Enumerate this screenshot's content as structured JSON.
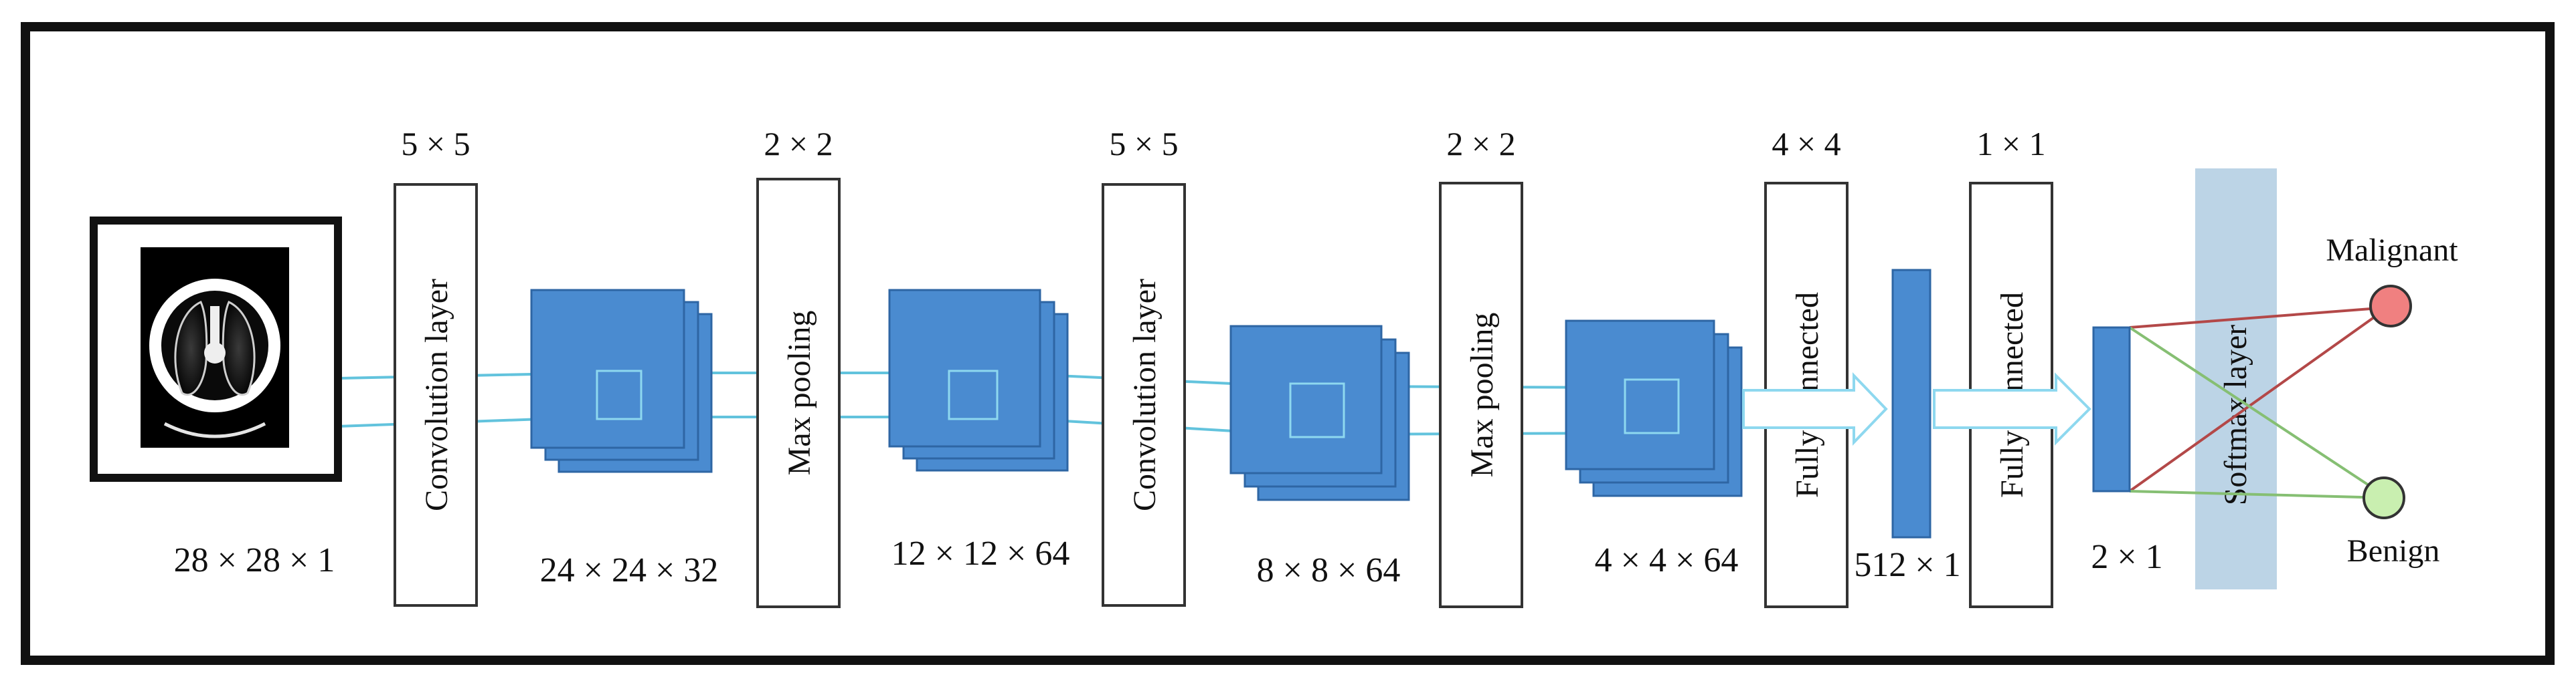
{
  "colors": {
    "frame": "#111111",
    "feature_map": "#4a8bd0",
    "feature_map_edge": "#2e66a4",
    "connector": "#62c3dd",
    "softmax_bg": "#bcd4e6",
    "malignant_node": "#f08080",
    "benign_node": "#c9efb0",
    "red_edge": "#b34848",
    "green_edge": "#86bf73"
  },
  "input": {
    "label": "28 × 28 × 1",
    "icon": "ct-scan-lung-icon"
  },
  "layers": [
    {
      "kind": "Convolution layer",
      "kernel": "5 × 5"
    },
    {
      "kind": "Max pooling",
      "kernel": "2 × 2"
    },
    {
      "kind": "Convolution layer",
      "kernel": "5 × 5"
    },
    {
      "kind": "Max pooling",
      "kernel": "2 × 2"
    },
    {
      "kind": "Fully connected",
      "kernel": "4 × 4"
    },
    {
      "kind": "Fully connected",
      "kernel": "1 × 1"
    }
  ],
  "feature_maps": [
    {
      "dims": "24 × 24 × 32"
    },
    {
      "dims": "12 × 12 × 64"
    },
    {
      "dims": "8 × 8 × 64"
    },
    {
      "dims": "4 × 4 × 64"
    }
  ],
  "vectors": [
    {
      "dims": "512 × 1"
    },
    {
      "dims": "2 × 1"
    }
  ],
  "softmax": {
    "label": "Softmax layer"
  },
  "outputs": [
    {
      "label": "Malignant"
    },
    {
      "label": "Benign"
    }
  ]
}
